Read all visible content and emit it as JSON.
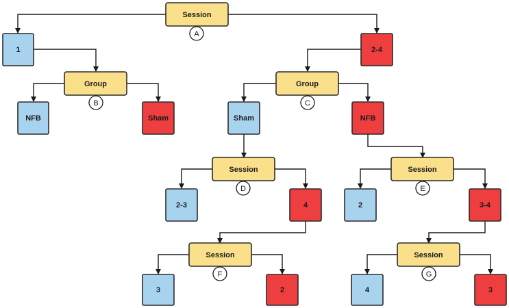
{
  "colors": {
    "decision": "#fbe08c",
    "blue": "#a7d3ef",
    "red": "#ee3e3f",
    "line": "#1a1a1a"
  },
  "nodes": {
    "root_session": "Session",
    "s1": "1",
    "s24": "2-4",
    "group_b": "Group",
    "nfb_b": "NFB",
    "sham_b": "Sham",
    "group_c": "Group",
    "sham_c": "Sham",
    "nfb_c": "NFB",
    "session_d": "Session",
    "d_23": "2-3",
    "d_4": "4",
    "session_e": "Session",
    "e_2": "2",
    "e_34": "3-4",
    "session_f": "Session",
    "f_3": "3",
    "f_2": "2",
    "session_g": "Session",
    "g_4": "4",
    "g_3": "3"
  },
  "badges": {
    "a": "A",
    "b": "B",
    "c": "C",
    "d": "D",
    "e": "E",
    "f": "F",
    "g": "G"
  }
}
